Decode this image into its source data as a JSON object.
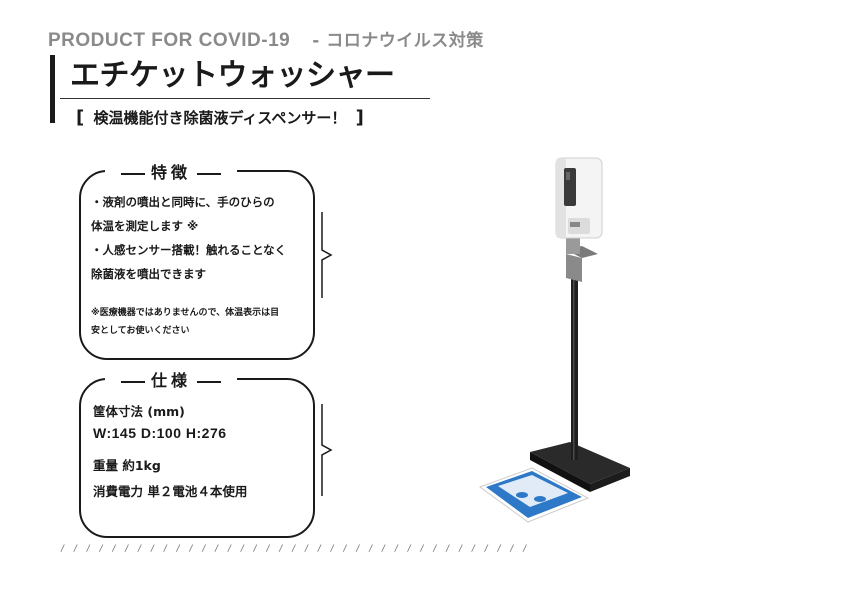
{
  "header": {
    "kicker": "PRODUCT FOR COVID-19",
    "kicker_sub": "- コロナウイルス対策",
    "title": "エチケットウォッシャー",
    "subtitle": "検温機能付き除菌液ディスペンサー！",
    "bracket_open": "[",
    "bracket_close": "]"
  },
  "features": {
    "label": "特徴",
    "lines": [
      "・液剤の噴出と同時に、手のひらの",
      "体温を測定します ※",
      "・人感センサー搭載！触れることなく",
      "除菌液を噴出できます"
    ],
    "note": [
      "※医療機器ではありませんので、体温表示は目",
      "安としてお使いください"
    ]
  },
  "specs": {
    "label": "仕様",
    "size_label": "筐体寸法 (mm)",
    "size_value": "W:145 D:100 H:276",
    "weight": "重量  約1kg",
    "power": "消費電力  単２電池４本使用"
  },
  "footer": {
    "slashes": "/ / / / / / / / / / / / / / / / / / / / / / / / / / / / / / / / / / / / / / / / / / / / / / / / / / / / / / / / / / / / / / / / / /"
  },
  "colors": {
    "kicker_gray": "#8a8a8a",
    "ink": "#1a1a1a",
    "mat_blue": "#2e78c8"
  }
}
